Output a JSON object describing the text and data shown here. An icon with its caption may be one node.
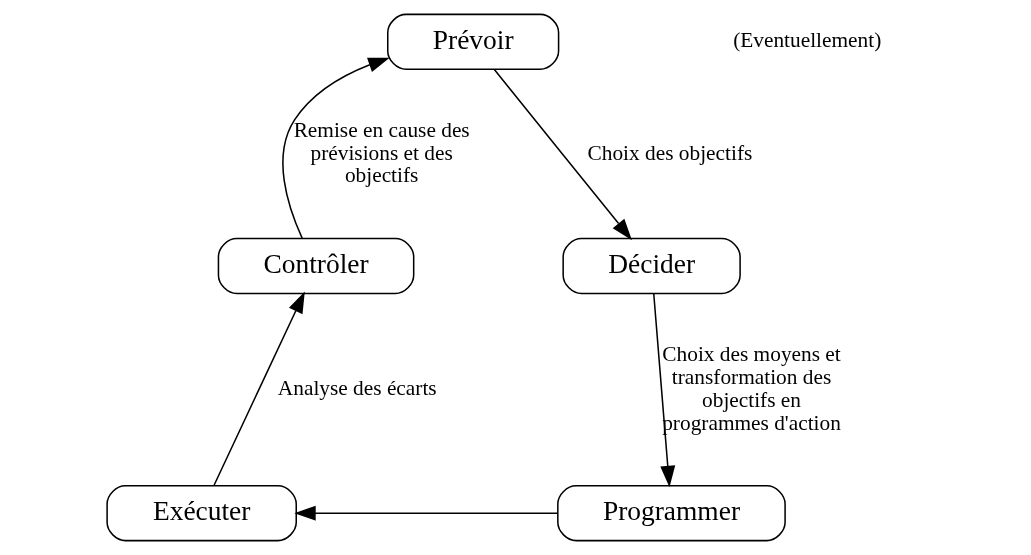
{
  "diagram": {
    "nodes": [
      {
        "text": [
          "Prévoir"
        ]
      },
      {
        "text": [
          "Décider"
        ]
      },
      {
        "text": [
          "Programmer"
        ]
      },
      {
        "text": [
          "Exécuter"
        ]
      },
      {
        "text": [
          "Contrôler"
        ]
      }
    ],
    "edges": [
      {
        "from": 0,
        "to": 1,
        "arrow": "to",
        "label": "Choix des objectifs"
      },
      {
        "from": 1,
        "to": 2,
        "arrow": "to",
        "label": "Choix des moyens et transformation des objectifs en programmes d'action"
      },
      {
        "from": 2,
        "to": 3,
        "arrow": "to"
      },
      {
        "from": 3,
        "to": 4,
        "arrow": "to",
        "label": "Analyse des écarts"
      },
      {
        "from": 4,
        "to": 0,
        "arrow": "to",
        "label": "Remise en cause des prévisions et des objectifs"
      }
    ],
    "labels": [
      "(Eventuellement)"
    ]
  }
}
